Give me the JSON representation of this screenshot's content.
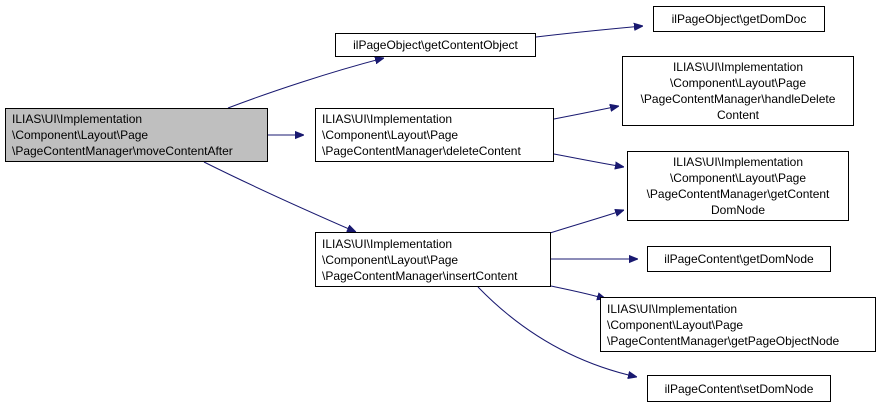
{
  "graph": {
    "colors": {
      "edge": "#191970",
      "root_fill": "#bfbfbf",
      "node_fill": "#ffffff",
      "border": "#000000"
    },
    "nodes": {
      "move_content_after": {
        "lines": [
          "ILIAS\\UI\\Implementation",
          "\\Component\\Layout\\Page",
          "\\PageContentManager\\moveContentAfter"
        ]
      },
      "get_content_object": {
        "lines": [
          "ilPageObject\\getContentObject"
        ]
      },
      "get_dom_doc": {
        "lines": [
          "ilPageObject\\getDomDoc"
        ]
      },
      "delete_content": {
        "lines": [
          "ILIAS\\UI\\Implementation",
          "\\Component\\Layout\\Page",
          "\\PageContentManager\\deleteContent"
        ]
      },
      "handle_delete_content": {
        "lines": [
          "ILIAS\\UI\\Implementation",
          "\\Component\\Layout\\Page",
          "\\PageContentManager\\handleDelete",
          "Content"
        ]
      },
      "get_content_dom_node": {
        "lines": [
          "ILIAS\\UI\\Implementation",
          "\\Component\\Layout\\Page",
          "\\PageContentManager\\getContent",
          "DomNode"
        ]
      },
      "insert_content": {
        "lines": [
          "ILIAS\\UI\\Implementation",
          "\\Component\\Layout\\Page",
          "\\PageContentManager\\insertContent"
        ]
      },
      "get_dom_node": {
        "lines": [
          "ilPageContent\\getDomNode"
        ]
      },
      "get_page_object_node": {
        "lines": [
          "ILIAS\\UI\\Implementation",
          "\\Component\\Layout\\Page",
          "\\PageContentManager\\getPageObjectNode"
        ]
      },
      "set_dom_node": {
        "lines": [
          "ilPageContent\\setDomNode"
        ]
      }
    }
  }
}
